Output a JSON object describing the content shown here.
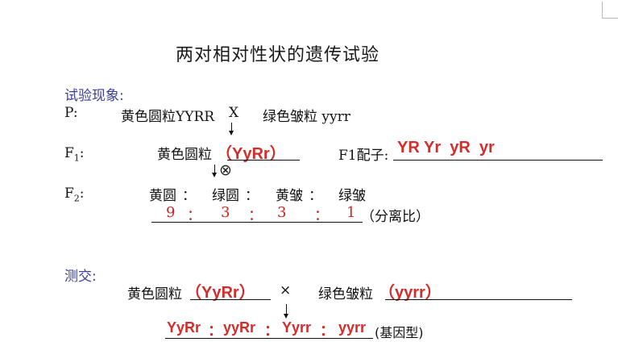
{
  "title": "两对相对性状的遗传试验",
  "experiment": {
    "heading": "试验现象:",
    "p_row": {
      "label": "P:",
      "parent1": "黄色圆粒YYRR",
      "cross": "X",
      "parent2": "绿色皱粒 yyrr"
    },
    "f1_row": {
      "label_main": "F",
      "label_sub": "1",
      "label_colon": ":",
      "phenotype": "黄色圆粒",
      "genotype": "（YyRr）",
      "gametes_label": "F1配子:",
      "gametes": "YR Yr  yR  yr"
    },
    "selfing_symbol": "⊗",
    "f2_row": {
      "label_main": "F",
      "label_sub": "2",
      "label_colon": ":",
      "phenotypes": [
        "黄圆",
        "绿圆",
        "黄皱",
        "绿皱"
      ],
      "separator": "：",
      "ratio": [
        "9",
        "3",
        "3",
        "1"
      ],
      "ratio_note": "（分离比）"
    }
  },
  "testcross": {
    "heading": "测交:",
    "parent1_phenotype": "黄色圆粒",
    "parent1_genotype": "（YyRr）",
    "cross": "×",
    "parent2_phenotype": "绿色皱粒",
    "parent2_genotype": "（yyrr）",
    "offspring": [
      "YyRr",
      "yyRr",
      "Yyrr",
      "yyrr"
    ],
    "separator": "：",
    "offspring_note": "(基因型)"
  }
}
